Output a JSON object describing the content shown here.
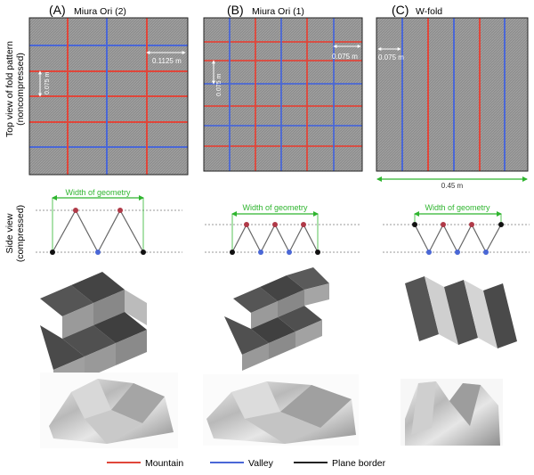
{
  "panels": [
    {
      "letter": "(A)",
      "title": "Miura Ori (2)",
      "dim_label": "0.1125 m",
      "vert_label": "0.075 m"
    },
    {
      "letter": "(B)",
      "title": "Miura Ori (1)",
      "dim_label": "0.075 m",
      "vert_label": "0.075 m"
    },
    {
      "letter": "(C)",
      "title": "W-fold",
      "dim_label": "0.075 m",
      "bottom_label": "0.45 m"
    }
  ],
  "row_labels": {
    "top_view": "Top view of fold pattern",
    "top_view_sub": "(noncompressed)",
    "side_view": "Side view",
    "side_view_sub": "(compressed)"
  },
  "side_view_label": "Width of geometry",
  "legend": [
    {
      "label": "Mountain",
      "color": "#e0463a"
    },
    {
      "label": "Valley",
      "color": "#4a67d6"
    },
    {
      "label": "Plane border",
      "color": "#222222"
    }
  ],
  "colors": {
    "mountain": "#e0463a",
    "valley": "#4a67d6",
    "border": "#222222",
    "dimension": "#2fb52f",
    "panel_fill": "#8f8f8f",
    "hatch": "#a8a8a8"
  }
}
